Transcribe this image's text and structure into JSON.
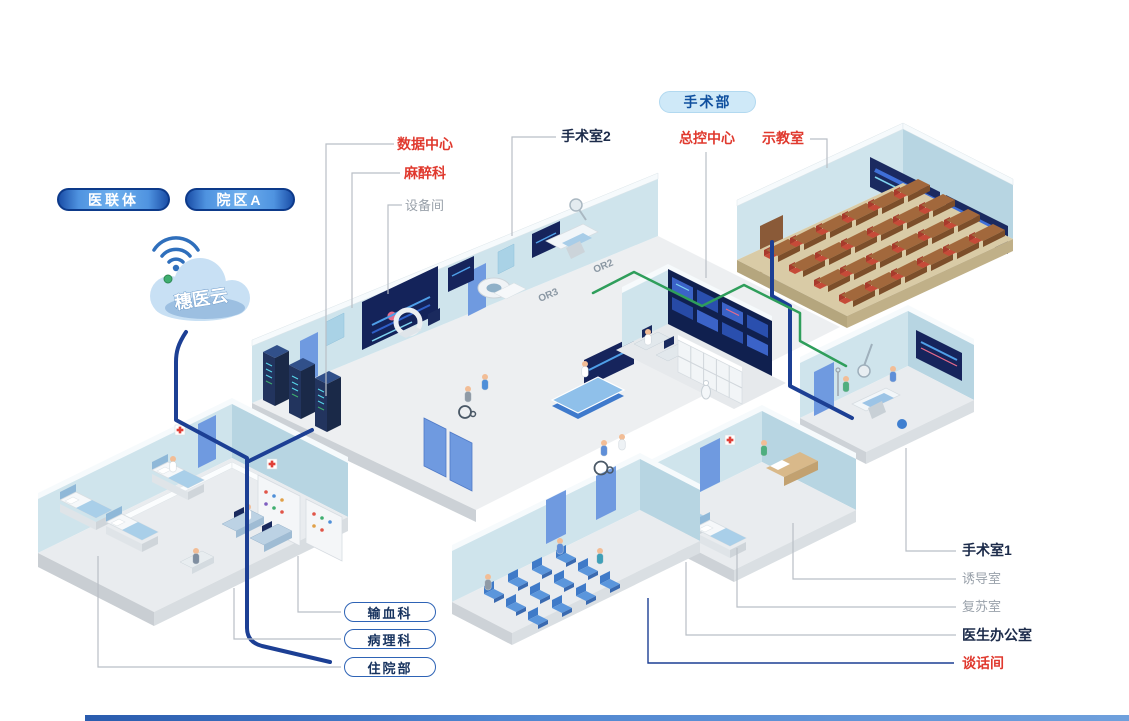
{
  "labels": {
    "medical_alliance": "医联体",
    "campus_a": "院区A",
    "cloud_name": "穗医云",
    "surgery_dept": "手术部",
    "data_center": "数据中心",
    "anesthesia": "麻醉科",
    "equipment_room": "设备间",
    "or2_room": "手术室2",
    "master_control": "总控中心",
    "classroom": "示教室",
    "or1_room": "手术室1",
    "induction": "诱导室",
    "recovery": "复苏室",
    "doctor_office": "医生办公室",
    "talk_room": "谈话间",
    "transfusion": "输血科",
    "pathology": "病理科",
    "inpatient": "住院部",
    "plate_or2": "OR2",
    "plate_or3": "OR3"
  },
  "icons": {
    "wifi": "wifi-icon",
    "cloud": "cloud-logo",
    "red_cross": "red-cross-sign"
  },
  "colors": {
    "accent_red": "#e0392e",
    "label_dark": "#1c2b4a",
    "label_gray": "#9aa2ab",
    "cable_navy": "#1c3f94",
    "cable_green": "#2f9e5b",
    "wall_blue": "#cfe4ec",
    "wall_blue_dark": "#b7d5e2",
    "floor_gray": "#eaedef",
    "floor_beige": "#d9cba6",
    "screen_navy": "#16245c",
    "pill_blue": "#1b4fa8",
    "tag_blue_bg": "#cfe9f8"
  }
}
